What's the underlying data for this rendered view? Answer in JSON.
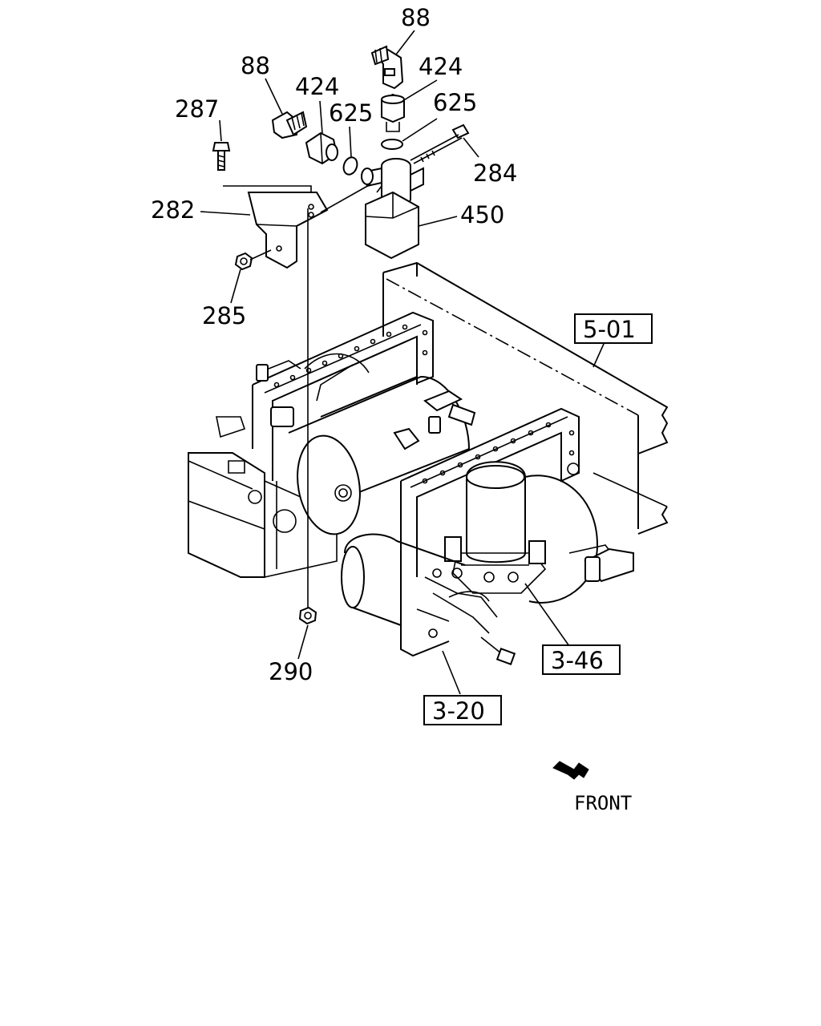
{
  "callouts": {
    "p88a": "88",
    "p88b": "88",
    "p424a": "424",
    "p424b": "424",
    "p625a": "625",
    "p625b": "625",
    "p287": "287",
    "p284": "284",
    "p282": "282",
    "p450": "450",
    "p285": "285",
    "p290": "290"
  },
  "references": {
    "ref_5_01": "5-01",
    "ref_3_46": "3-46",
    "ref_3_20": "3-20"
  },
  "direction": {
    "label": "FRONT",
    "icon": "front-arrow-icon"
  }
}
